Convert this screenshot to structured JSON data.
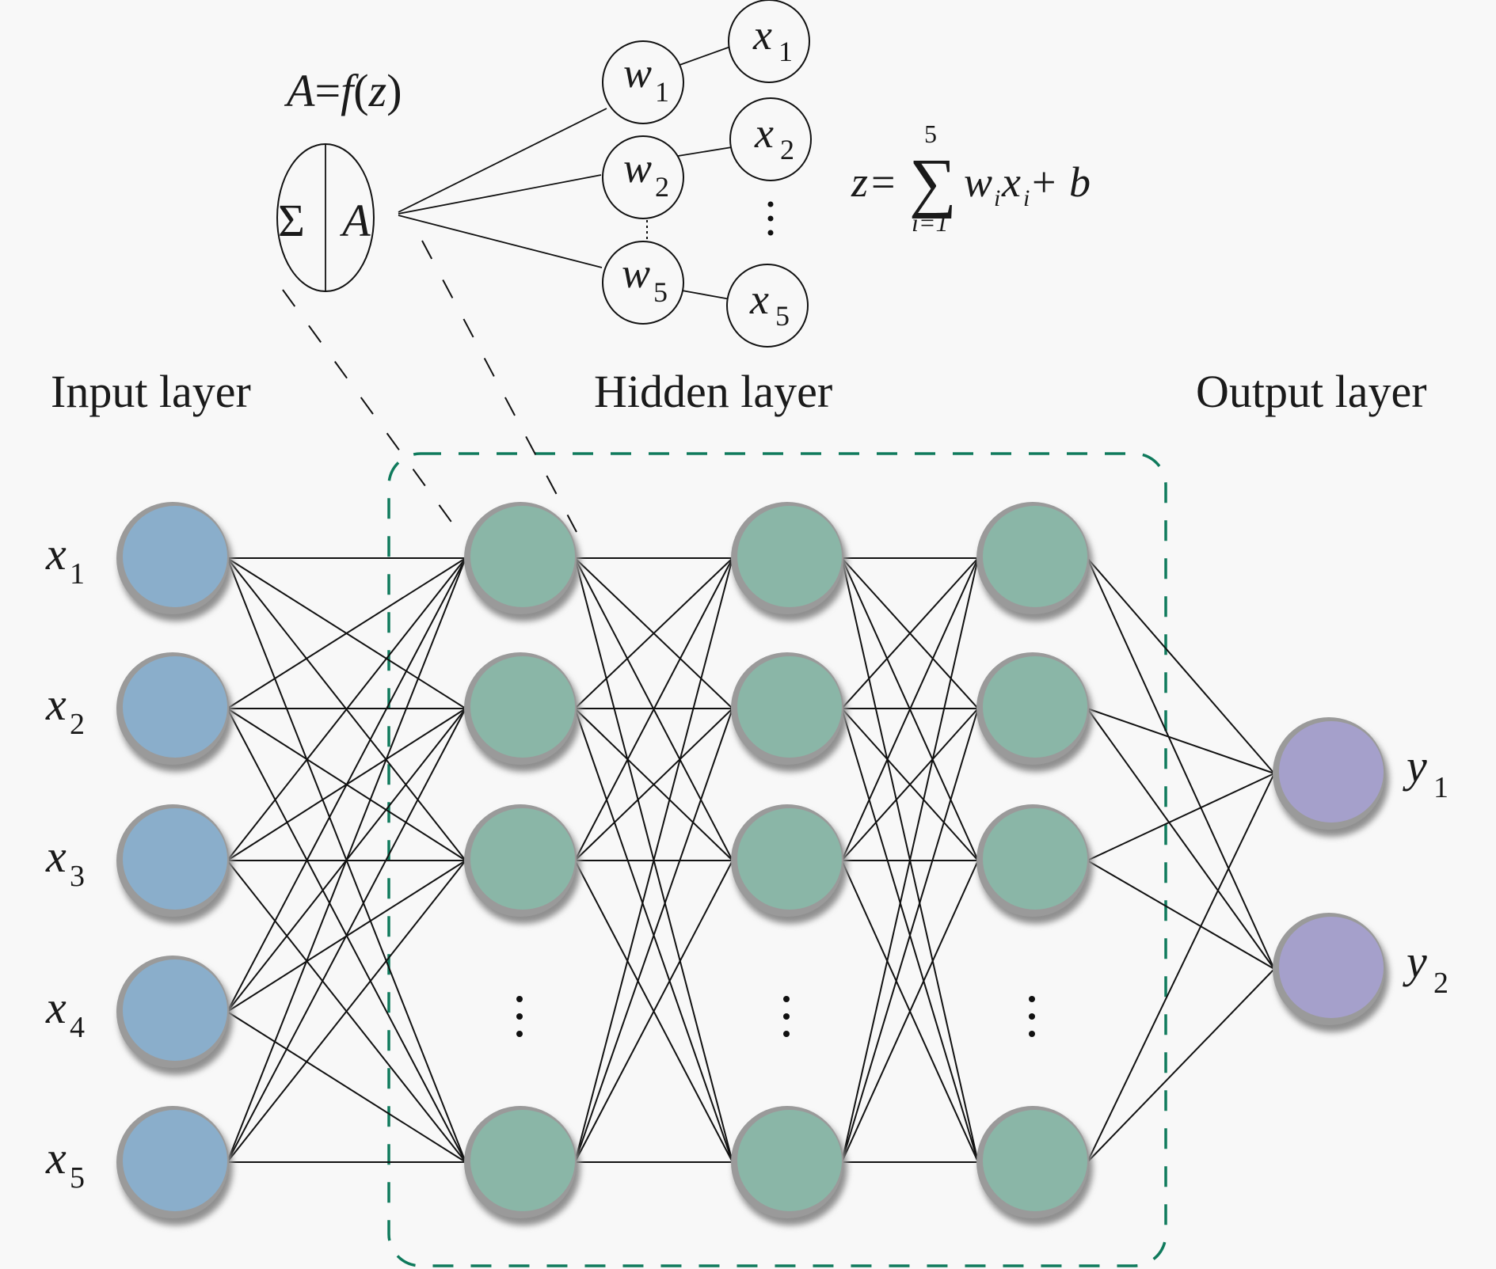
{
  "title": "Neural network architecture",
  "colors": {
    "input_node": "#8aaecb",
    "hidden_node": "#8ab6a7",
    "output_node": "#a5a0cb",
    "hidden_box": "#0f7a5c",
    "edge": "#111111"
  },
  "layers": {
    "input": {
      "label": "Input layer",
      "nodes": [
        {
          "var": "x",
          "sub": "1"
        },
        {
          "var": "x",
          "sub": "2"
        },
        {
          "var": "x",
          "sub": "3"
        },
        {
          "var": "x",
          "sub": "4"
        },
        {
          "var": "x",
          "sub": "5"
        }
      ]
    },
    "hidden": {
      "label": "Hidden layer",
      "layer_count": 3,
      "nodes_shown_per_layer": 4,
      "ellipsis": "⋮"
    },
    "output": {
      "label": "Output layer",
      "nodes": [
        {
          "var": "y",
          "sub": "1"
        },
        {
          "var": "y",
          "sub": "2"
        }
      ]
    }
  },
  "neuron_detail": {
    "activation_formula": {
      "lhs": "A",
      "eq": "=",
      "f": "f",
      "open": "(",
      "arg": "z",
      "close": ")"
    },
    "sum_symbol": "Σ",
    "activation_symbol": "A",
    "weights": [
      {
        "var": "w",
        "sub": "1"
      },
      {
        "var": "w",
        "sub": "2"
      },
      {
        "var": "w",
        "sub": "5"
      }
    ],
    "inputs": [
      {
        "var": "x",
        "sub": "1"
      },
      {
        "var": "x",
        "sub": "2"
      },
      {
        "var": "x",
        "sub": "5"
      }
    ],
    "inputs_ellipsis": "⋮",
    "weights_ellipsis": "⋮"
  },
  "sum_formula": {
    "lhs": "z",
    "eq": "=",
    "sigma": "∑",
    "upper": "5",
    "lower": "i=1",
    "term_w": "w",
    "term_w_sub": "i",
    "term_x": "x",
    "term_x_sub": "i",
    "plus": "+",
    "bias": "b"
  }
}
